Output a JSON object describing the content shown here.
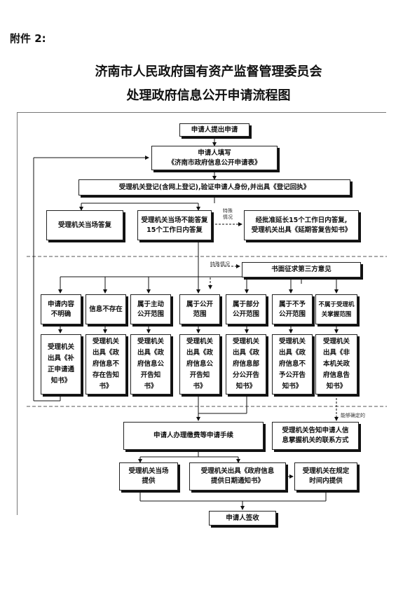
{
  "header": {
    "attachment": "附件 2:",
    "title_line1": "济南市人民政府国有资产监督管理委员会",
    "title_line2": "处理政府信息公开申请流程图"
  },
  "flow": {
    "start": "申请人提出申请",
    "fill_form": "申请人填写\n《济南市政府信息公开申请表》",
    "register": "受理机关登记(含网上登记),验证申请人身份,并出具《登记回执》",
    "reply_on_site": "受理机关当场答复",
    "reply_15_days": "受理机关当场不能答复\n15个工作日内答复",
    "extend": "经批准延长15个工作日内答复,\n受理机关出具《延期答复告知书》",
    "note_special_1": "特殊\n情况",
    "note_special_2": "特殊情况",
    "third_party": "书面征求第三方意见",
    "cat_unclear": "申请内容\n不明确",
    "cat_not_exist": "信息不存在",
    "cat_active": "属于主动\n公开范围",
    "cat_public": "属于公开\n范围",
    "cat_partial": "属于部分\n公开范围",
    "cat_not_public": "属于不予\n公开范围",
    "cat_not_this_agency": "不属于受理机\n关掌握范围",
    "doc_correction": "受理机关\n出具《补\n正申请通\n知书》",
    "doc_not_exist": "受理机关\n出具《政\n府信息不\n存在告知\n书》",
    "doc_active": "受理机关\n出具《政\n府信息公\n开告知\n书》",
    "doc_public": "受理机关\n出具《政\n府信息公\n开告知\n书》",
    "doc_partial": "受理机关\n出具《政\n府信息部\n分公开告\n知书》",
    "doc_not_public": "受理机关\n出具《政\n府信息不\n予公开告\n知书》",
    "doc_not_agency": "受理机关\n出具《非\n本机关政\n府信息告\n知书》",
    "note_determinable": "能够确定的",
    "pay_fees": "申请人办理缴费等申请手续",
    "inform_contact": "受理机关告知申请人信\n息掌握机关的联系方式",
    "provide_on_site": "受理机关当场\n提供",
    "provide_date_notice": "受理机关出具《政府信息\n提供日期通知书》",
    "provide_in_time": "受理机关在规定\n时间内提供",
    "sign": "申请人签收"
  }
}
